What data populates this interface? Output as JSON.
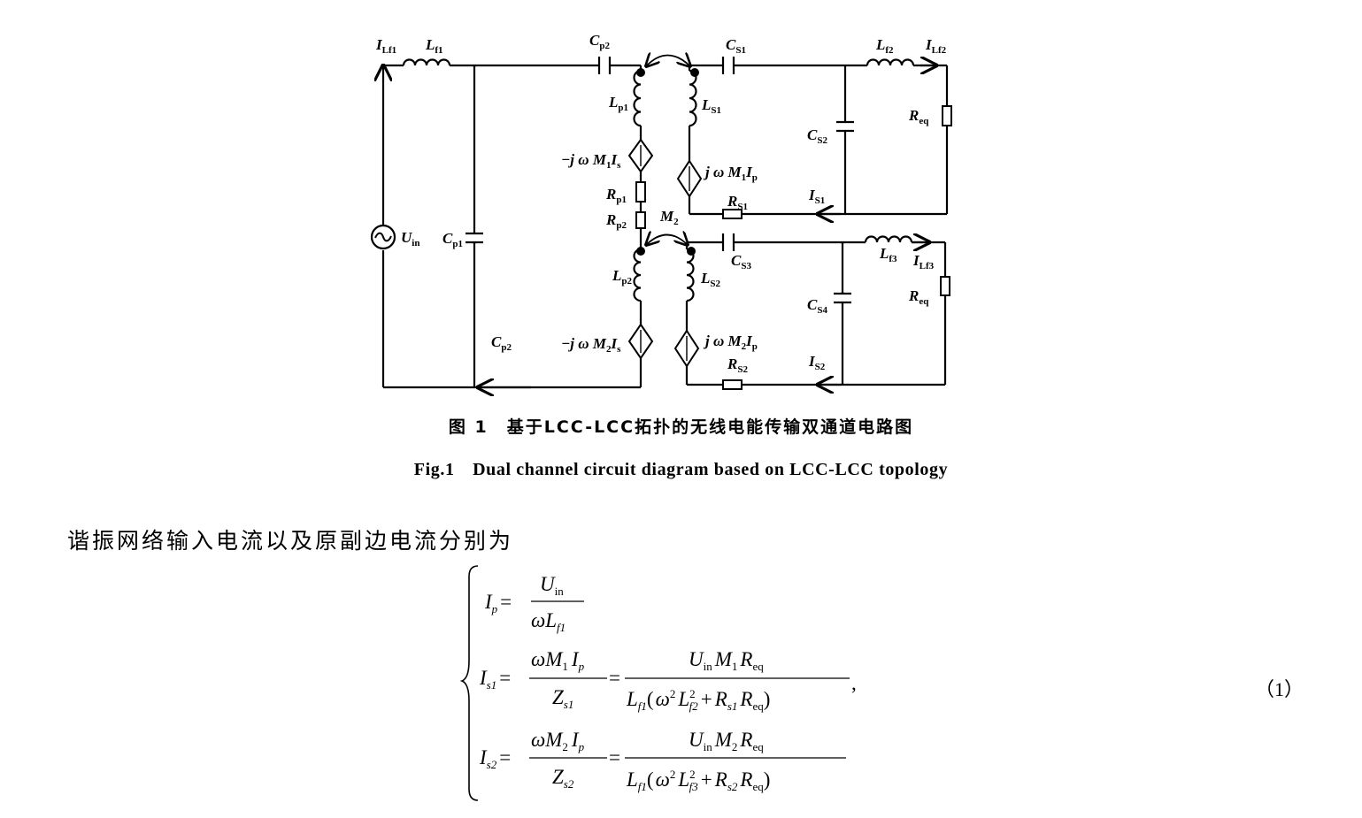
{
  "figure": {
    "labels": {
      "I_Lf1": {
        "main": "I",
        "sub": "Lf1"
      },
      "L_f1": {
        "main": "L",
        "sub": "f1"
      },
      "C_p2_top": {
        "main": "C",
        "sub": "p2"
      },
      "C_S1": {
        "main": "C",
        "sub": "S1"
      },
      "L_f2": {
        "main": "L",
        "sub": "f2"
      },
      "I_Lf2": {
        "main": "I",
        "sub": "Lf2"
      },
      "L_p1": {
        "main": "L",
        "sub": "p1"
      },
      "L_S1": {
        "main": "L",
        "sub": "S1"
      },
      "C_S2": {
        "main": "C",
        "sub": "S2"
      },
      "R_eq_1": {
        "main": "R",
        "sub": "eq"
      },
      "src_p1": {
        "main": "−j ω M",
        "sub": "1",
        "tail": "I",
        "tail_sub": "s"
      },
      "src_s1": {
        "main": "j ω M",
        "sub": "1",
        "tail": "I",
        "tail_sub": "p"
      },
      "R_p1": {
        "main": "R",
        "sub": "p1"
      },
      "R_p2": {
        "main": "R",
        "sub": "p2"
      },
      "R_S1": {
        "main": "R",
        "sub": "S1"
      },
      "I_S1": {
        "main": "I",
        "sub": "S1"
      },
      "U_in": {
        "main": "U",
        "sub": "in"
      },
      "C_p1": {
        "main": "C",
        "sub": "p1"
      },
      "M_2": {
        "main": "M",
        "sub": "2"
      },
      "C_S3": {
        "main": "C",
        "sub": "S3"
      },
      "L_f3": {
        "main": "L",
        "sub": "f3"
      },
      "I_Lf3": {
        "main": "I",
        "sub": "Lf3"
      },
      "R_eq_2": {
        "main": "R",
        "sub": "eq"
      },
      "L_p2": {
        "main": "L",
        "sub": "p2"
      },
      "L_S2": {
        "main": "L",
        "sub": "S2"
      },
      "C_S4": {
        "main": "C",
        "sub": "S4"
      },
      "C_p2_bottom": {
        "main": "C",
        "sub": "p2"
      },
      "src_p2": {
        "main": "−j ω M",
        "sub": "2",
        "tail": "I",
        "tail_sub": "s"
      },
      "src_s2": {
        "main": "j ω M",
        "sub": "2",
        "tail": "I",
        "tail_sub": "p"
      },
      "R_S2": {
        "main": "R",
        "sub": "S2"
      },
      "I_S2": {
        "main": "I",
        "sub": "S2"
      }
    },
    "caption_zh": "图 1　基于LCC-LCC拓扑的无线电能传输双通道电路图",
    "caption_en": "Fig.1　Dual channel circuit diagram based on LCC-LCC topology"
  },
  "body": {
    "intro_text": "谐振网络输入电流以及原副边电流分别为",
    "equation_number": "（1）",
    "eq": {
      "lhs_p": {
        "main": "I",
        "sub": "p"
      },
      "lhs_s1": {
        "main": "I",
        "sub": "s1"
      },
      "lhs_s2": {
        "main": "I",
        "sub": "s2"
      },
      "Uin": {
        "main": "U",
        "sub": "in"
      },
      "omega": "ω",
      "L": "L",
      "M": "M",
      "Z": "Z",
      "R": "R",
      "sub_f1": "f1",
      "sub_f2": "f2",
      "sub_f3": "f3",
      "sub_1": "1",
      "sub_2": "2",
      "sub_p": "p",
      "sub_s1": "s1",
      "sub_s2": "s2",
      "sub_eq": "eq",
      "sup_2": "2",
      "eq_sign": "=",
      "plus": "+",
      "comma": ","
    }
  }
}
